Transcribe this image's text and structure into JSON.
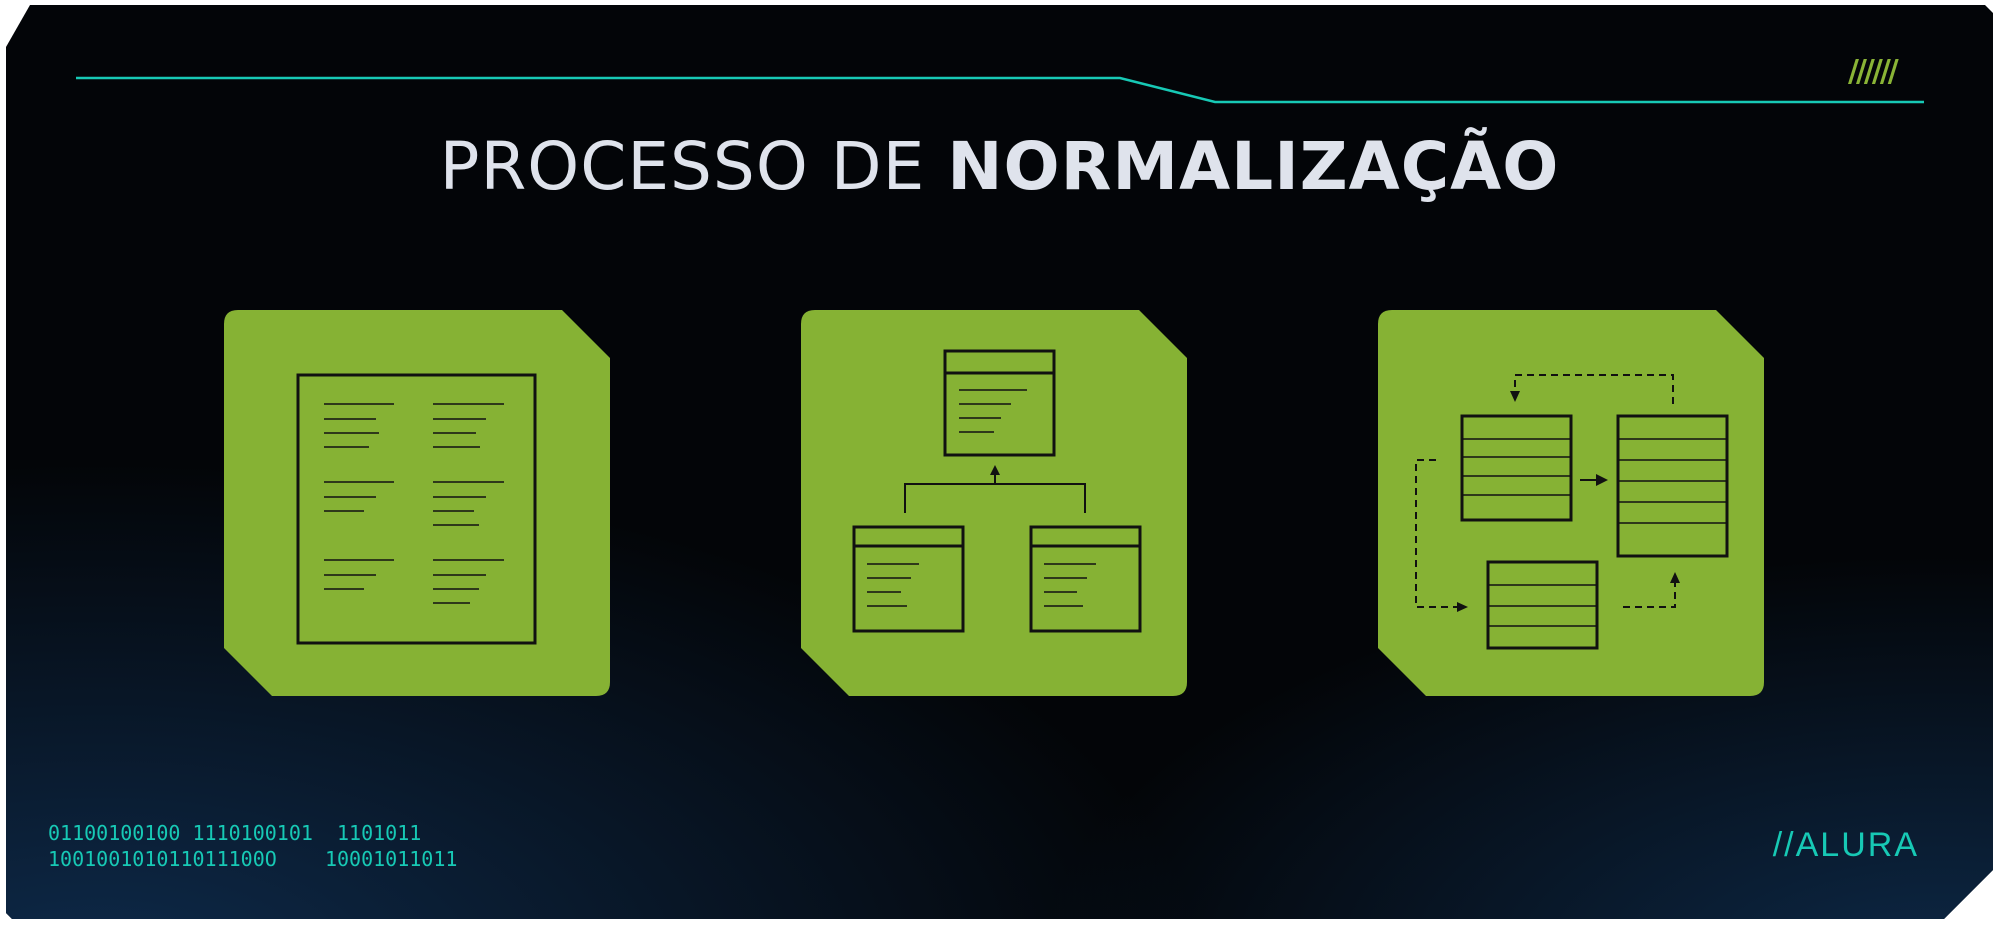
{
  "title": {
    "part1": "PROCESSO DE ",
    "part2": "NORMALIZAÇÃO"
  },
  "footer": {
    "binary_line1": "01100100100 1110100101  1101011",
    "binary_line2": "100100101011011100O    10001011011",
    "brand": "//ALURA"
  },
  "decoration": {
    "slashes": "//////"
  },
  "colors": {
    "accent_teal": "#17c9b5",
    "card_green": "#86b234",
    "background": "#030508",
    "title": "#dfe3ec"
  },
  "icons": [
    "single-table-icon",
    "table-hierarchy-icon",
    "table-relationships-icon"
  ]
}
